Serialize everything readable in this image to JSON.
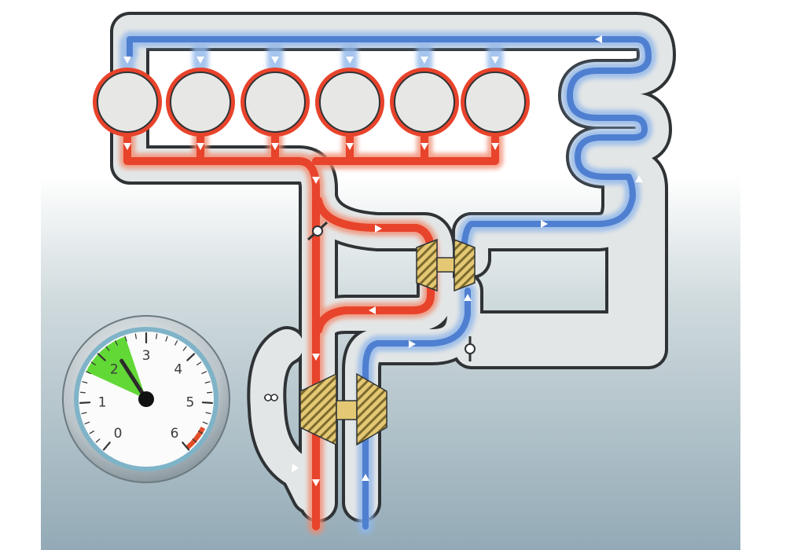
{
  "colors": {
    "background_top": "#ffffff",
    "background_bottom": "#9fb4bf",
    "pipe_casing": "#e3e6e6",
    "pipe_outline": "#2f3336",
    "exhaust_hot": "#ec4b32",
    "intake_cool": "#5e8fd6",
    "cylinder_fill": "#e7e7e5",
    "turbo_gold": "#e4c873",
    "gauge_green": "#5ad62c",
    "gauge_red": "#e24d2a"
  },
  "gauge": {
    "scale": [
      "0",
      "1",
      "2",
      "3",
      "4",
      "5",
      "6"
    ],
    "needle_value": 2.3,
    "green_zone": [
      1.6,
      2.6
    ],
    "red_zone": [
      5.5,
      6.0
    ]
  },
  "icons": {
    "flow_arrow": "triangle-arrow-icon",
    "valve": "butterfly-valve-icon",
    "turbocharger": "turbocharger-icon"
  }
}
